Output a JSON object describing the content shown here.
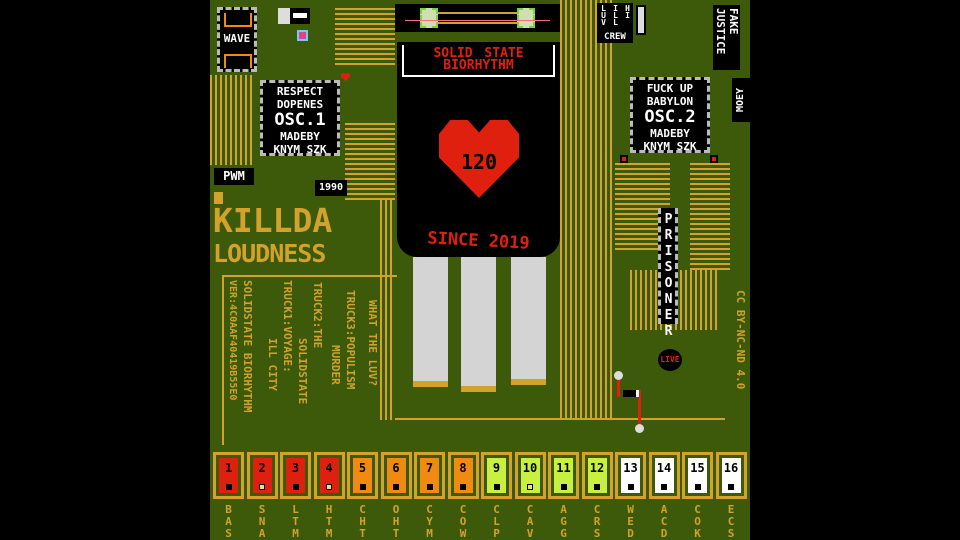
{
  "title": "SOLID STATE BIORHYTHM",
  "bpm": "120",
  "since": "SINCE 2019",
  "wave_label": "WAVE",
  "pwm_label": "PWM",
  "year": "1990",
  "osc1": {
    "line1": "RESPECT",
    "line2": "DOPENES",
    "name": "OSC.1",
    "line4": "MADEBY",
    "line5": "KNYM SZK"
  },
  "osc2": {
    "line1": "FUCK UP",
    "line2": "BABYLON",
    "name": "OSC.2",
    "line4": "MADEBY",
    "line5": "KNYM SZK"
  },
  "killda": "KILLDA",
  "loudness": "LOUDNESS",
  "tracks": [
    "SOLIDSTATE BIORHYTHM",
    "VER:4C0AAF40419B55E0",
    "TRUCK1:VOYAGE:",
    "ILL CITY",
    "TRUCK2:THE",
    "SOLIDSTATE",
    "TRUCK3:POPULISM",
    "MURDER",
    "WHAT THE LUV?"
  ],
  "crew": {
    "cols": [
      "LUV",
      "ILL",
      "HI"
    ],
    "label": "CREW"
  },
  "fake_justice": [
    "FAKE",
    "JUSTICE"
  ],
  "moey": "MOEY",
  "prisoner": "PRISONER",
  "live": "LIVE",
  "license": "CC BY-NC-ND 4.0",
  "colors": {
    "red": "#e0200e",
    "orange": "#f08a10",
    "lime": "#c8f040",
    "white": "#ffffff",
    "gold": "#d2a22c",
    "board": "#3d5a0b"
  },
  "steps": [
    {
      "num": "1",
      "label": "BAS",
      "color": "red",
      "on": false
    },
    {
      "num": "2",
      "label": "SNA",
      "color": "red",
      "on": true
    },
    {
      "num": "3",
      "label": "LTM",
      "color": "red",
      "on": false
    },
    {
      "num": "4",
      "label": "HTM",
      "color": "red",
      "on": true
    },
    {
      "num": "5",
      "label": "CHT",
      "color": "orange",
      "on": false
    },
    {
      "num": "6",
      "label": "OHT",
      "color": "orange",
      "on": false
    },
    {
      "num": "7",
      "label": "CYM",
      "color": "orange",
      "on": false
    },
    {
      "num": "8",
      "label": "COW",
      "color": "orange",
      "on": false
    },
    {
      "num": "9",
      "label": "CLP",
      "color": "lime",
      "on": false
    },
    {
      "num": "10",
      "label": "CAV",
      "color": "lime",
      "on": true
    },
    {
      "num": "11",
      "label": "AGG",
      "color": "lime",
      "on": false
    },
    {
      "num": "12",
      "label": "CRS",
      "color": "lime",
      "on": false
    },
    {
      "num": "13",
      "label": "WED",
      "color": "white",
      "on": false
    },
    {
      "num": "14",
      "label": "ACD",
      "color": "white",
      "on": false
    },
    {
      "num": "15",
      "label": "COK",
      "color": "white",
      "on": false
    },
    {
      "num": "16",
      "label": "ECS",
      "color": "white",
      "on": false
    }
  ]
}
